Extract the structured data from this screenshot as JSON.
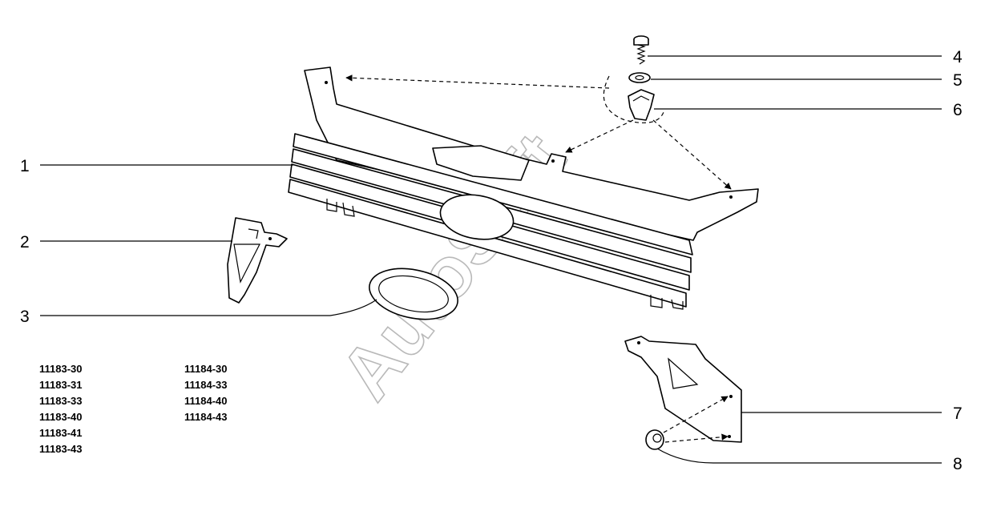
{
  "watermark": "AutoSoft",
  "callouts": [
    {
      "number": "1",
      "part": "radiator-grille"
    },
    {
      "number": "2",
      "part": "left-bracket"
    },
    {
      "number": "3",
      "part": "emblem-frame"
    },
    {
      "number": "4",
      "part": "screw"
    },
    {
      "number": "5",
      "part": "washer"
    },
    {
      "number": "6",
      "part": "clip-nut"
    },
    {
      "number": "7",
      "part": "right-bracket"
    },
    {
      "number": "8",
      "part": "nut"
    }
  ],
  "model_codes": {
    "left": [
      "11183-30",
      "11183-31",
      "11183-33",
      "11183-40",
      "11183-41",
      "11183-43"
    ],
    "right": [
      "11184-30",
      "11184-33",
      "11184-40",
      "11184-43"
    ]
  }
}
